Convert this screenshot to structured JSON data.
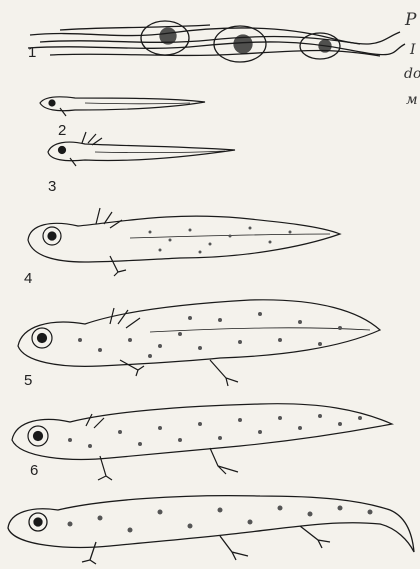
{
  "figure": {
    "stages": [
      {
        "label": "1",
        "description": "eggs in jelly on plant stems"
      },
      {
        "label": "2",
        "description": "hatchling larva"
      },
      {
        "label": "3",
        "description": "larva with external gills"
      },
      {
        "label": "4",
        "description": "larva with front legs"
      },
      {
        "label": "5",
        "description": "larva with hind legs"
      },
      {
        "label": "6",
        "description": "late larva"
      },
      {
        "label": "",
        "description": "adult newt"
      }
    ],
    "caption_fragments": [
      "Р",
      "I",
      "do",
      "м"
    ]
  },
  "colors": {
    "ink": "#1a1a1a",
    "paper": "#f4f2ec",
    "spot": "#555555"
  }
}
